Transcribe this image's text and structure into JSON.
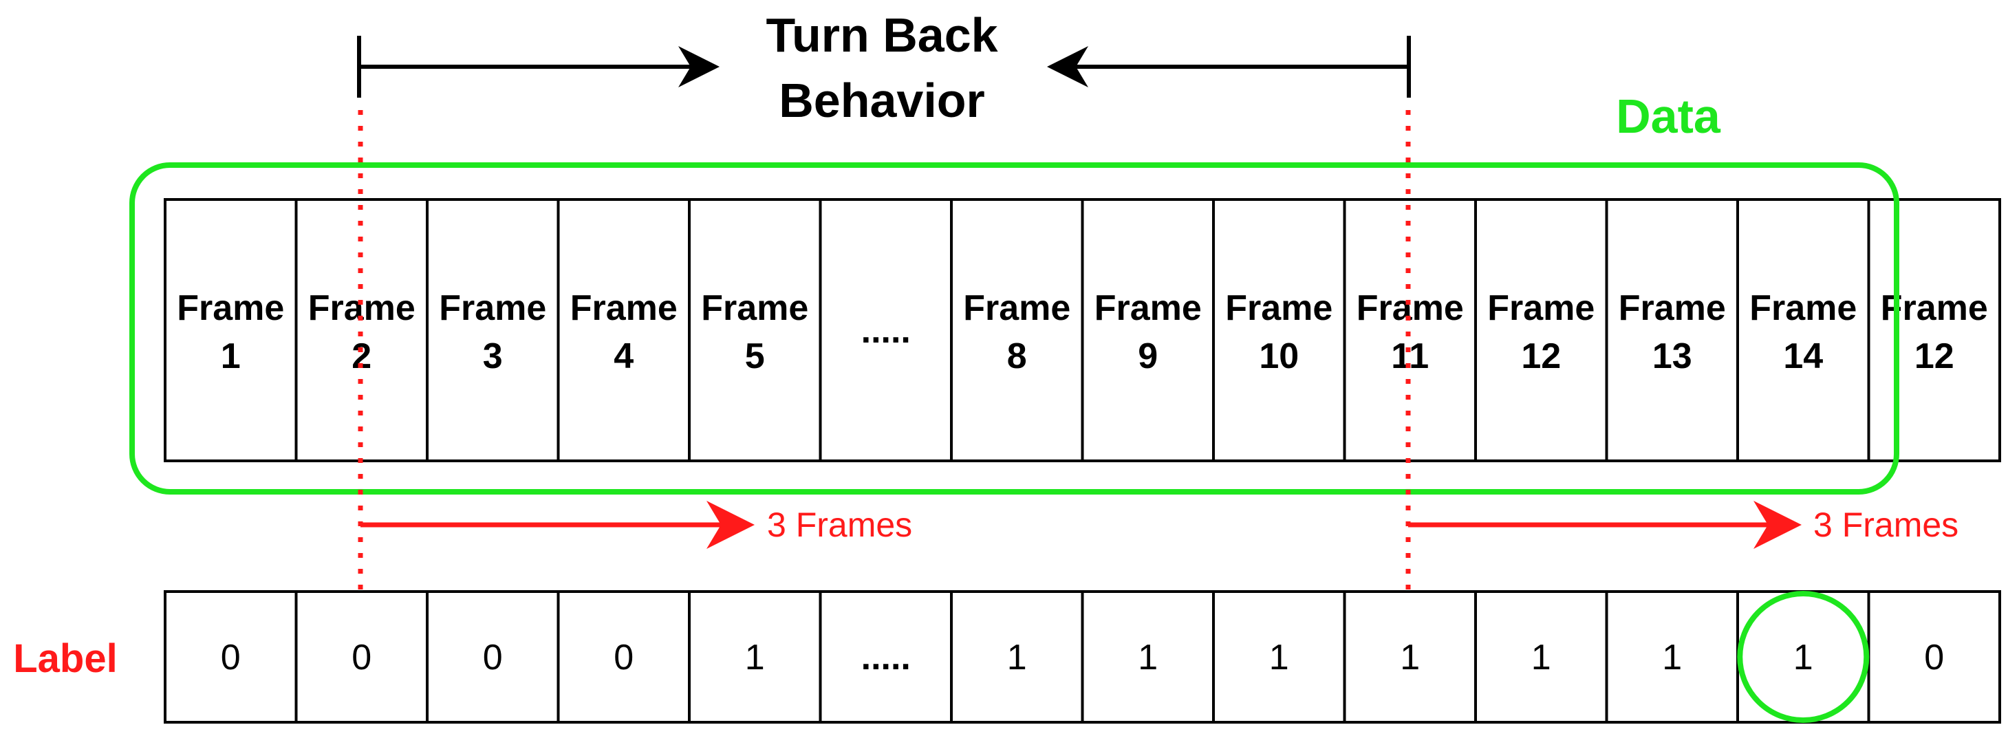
{
  "title": [
    "Turn Back",
    "Behavior"
  ],
  "data_label": "Data",
  "row_label": "Label",
  "frames": [
    {
      "word": "Frame",
      "num": "1"
    },
    {
      "word": "Frame",
      "num": "2"
    },
    {
      "word": "Frame",
      "num": "3"
    },
    {
      "word": "Frame",
      "num": "4"
    },
    {
      "word": "Frame",
      "num": "5"
    },
    {
      "ellipsis": "....."
    },
    {
      "word": "Frame",
      "num": "8"
    },
    {
      "word": "Frame",
      "num": "9"
    },
    {
      "word": "Frame",
      "num": "10"
    },
    {
      "word": "Frame",
      "num": "11"
    },
    {
      "word": "Frame",
      "num": "12"
    },
    {
      "word": "Frame",
      "num": "13"
    },
    {
      "word": "Frame",
      "num": "14"
    },
    {
      "word": "Frame",
      "num": "12"
    }
  ],
  "labels": [
    "0",
    "0",
    "0",
    "0",
    "1",
    ".....",
    "1",
    "1",
    "1",
    "1",
    "1",
    "1",
    "1",
    "0"
  ],
  "highlighted_label_index": 12,
  "offset_text": "3 Frames",
  "colors": {
    "ink": "#000000",
    "green": "#1ee61e",
    "red": "#ff1a1a",
    "cell_fill": "#ffffff"
  }
}
